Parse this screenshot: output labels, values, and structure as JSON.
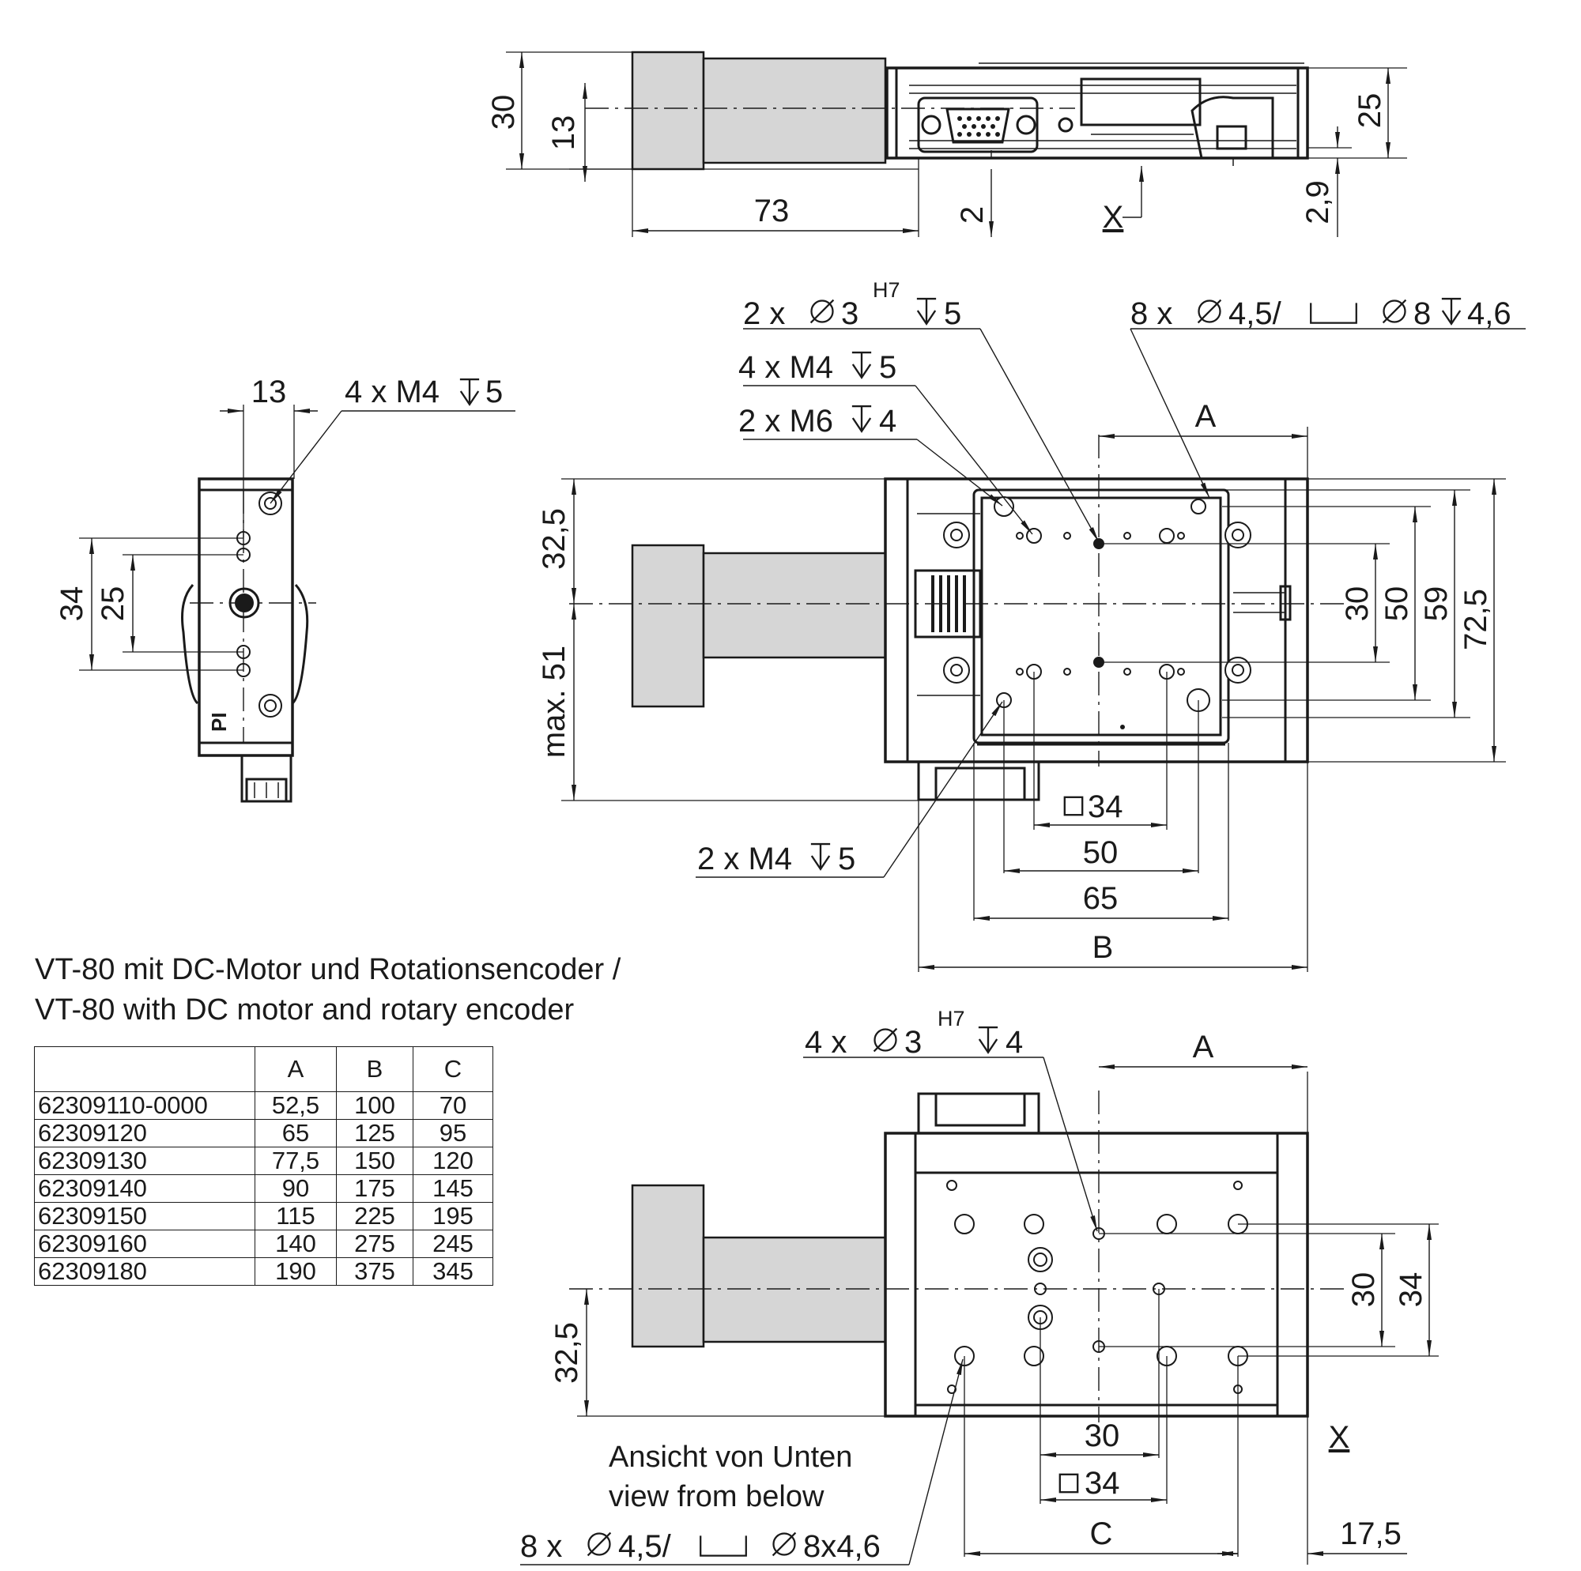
{
  "title": {
    "de": "VT-80 mit DC-Motor und Rotationsencoder /",
    "en": "VT-80 with DC motor and rotary encoder"
  },
  "table": {
    "columns": [
      "",
      "A",
      "B",
      "C"
    ],
    "rows": [
      [
        "62309110-0000",
        "52,5",
        "100",
        "70"
      ],
      [
        "62309120",
        "65",
        "125",
        "95"
      ],
      [
        "62309130",
        "77,5",
        "150",
        "120"
      ],
      [
        "62309140",
        "90",
        "175",
        "145"
      ],
      [
        "62309150",
        "115",
        "225",
        "195"
      ],
      [
        "62309160",
        "140",
        "275",
        "245"
      ],
      [
        "62309180",
        "190",
        "375",
        "345"
      ]
    ]
  },
  "side_view": {
    "dims": [
      "30",
      "13",
      "73",
      "2",
      "X",
      "25",
      "2,9"
    ]
  },
  "end_view": {
    "dims": [
      "13",
      "34",
      "25"
    ],
    "callout": "4 x M4",
    "callout_depth": "5",
    "logo": "PI"
  },
  "top_view": {
    "callouts": {
      "pins": {
        "prefix": "2 x ",
        "body": "3",
        "fit": "H7",
        "depth": "5"
      },
      "m4": {
        "text": "4 x M4",
        "depth": "5"
      },
      "m6": {
        "text": "2 x M6",
        "depth": "4"
      },
      "m4_lower": {
        "text": "2 x M4",
        "depth": "5"
      },
      "holes": {
        "prefix": "8 x ",
        "d1": "4,5/",
        "d2": "8",
        "depth": "4,6"
      }
    },
    "dims": [
      "A",
      "32,5",
      "max. 51",
      "30",
      "50",
      "59",
      "72,5",
      "34",
      "50",
      "65",
      "B"
    ]
  },
  "bottom_view": {
    "callouts": {
      "pins": {
        "prefix": "4 x ",
        "body": "3",
        "fit": "H7",
        "depth": "4"
      },
      "holes": {
        "prefix": "8 x ",
        "d1": "4,5/",
        "d2": "8x4,6"
      }
    },
    "dims": [
      "A",
      "30",
      "34",
      "32,5",
      "30",
      "34",
      "C",
      "17,5",
      "X"
    ],
    "caption_de": "Ansicht von Unten",
    "caption_en": "view from below"
  }
}
